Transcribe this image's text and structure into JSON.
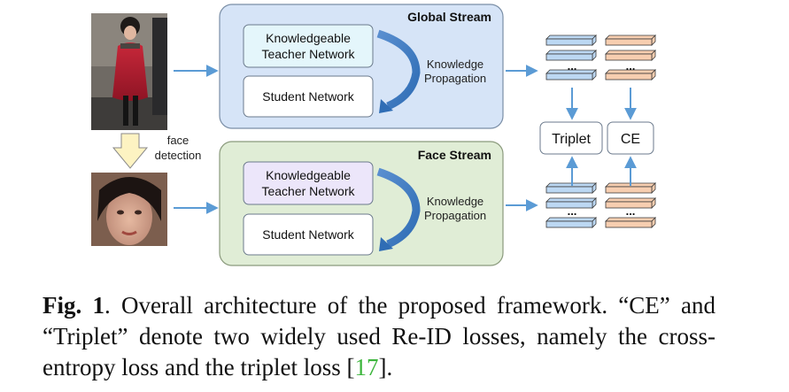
{
  "global_stream": {
    "title": "Global Stream",
    "teacher_line1": "Knowledgeable",
    "teacher_line2": "Teacher Network",
    "student": "Student Network",
    "knowledge_line1": "Knowledge",
    "knowledge_line2": "Propagation",
    "bg_color": "#d6e4f7",
    "teacher_color": "#e4f6fb"
  },
  "face_stream": {
    "title": "Face Stream",
    "teacher_line1": "Knowledgeable",
    "teacher_line2": "Teacher Network",
    "student": "Student Network",
    "knowledge_line1": "Knowledge",
    "knowledge_line2": "Propagation",
    "bg_color": "#e0edd6",
    "teacher_color": "#ece6fa"
  },
  "face_detection": {
    "line1": "face",
    "line2": "detection"
  },
  "losses": {
    "triplet": "Triplet",
    "ce": "CE"
  },
  "ellipsis": "...",
  "feature_colors": {
    "blue": "#bcd8f3",
    "orange": "#f7ceb0"
  },
  "caption": {
    "label": "Fig. 1",
    "text_before_ref": ". Overall architecture of the proposed framework. “CE” and “Triplet” denote two widely used Re-ID losses, namely the cross-entropy loss and the triplet loss [",
    "ref": "17",
    "text_after_ref": "]."
  }
}
